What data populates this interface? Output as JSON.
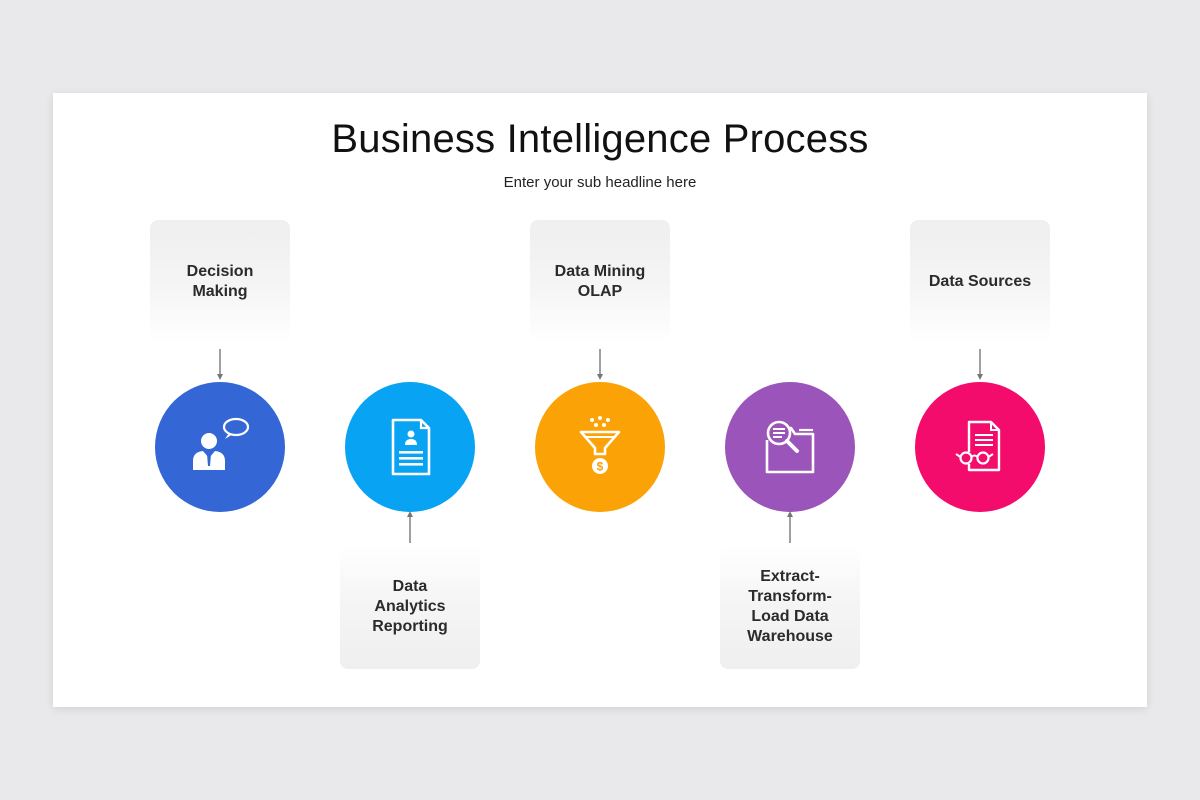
{
  "title": "Business Intelligence Process",
  "subtitle": "Enter your sub headline here",
  "steps": [
    {
      "label": "Decision\nMaking",
      "position": "top",
      "color": "#3466d6",
      "icon": "businessman-speech-icon"
    },
    {
      "label": "Data\nAnalytics\nReporting",
      "position": "bottom",
      "color": "#08a3f2",
      "icon": "resume-document-icon"
    },
    {
      "label": "Data Mining\nOLAP",
      "position": "top",
      "color": "#fba206",
      "icon": "funnel-dollar-icon"
    },
    {
      "label": "Extract-\nTransform-\nLoad Data\nWarehouse",
      "position": "bottom",
      "color": "#9b54b9",
      "icon": "folder-magnifier-icon"
    },
    {
      "label": "Data Sources",
      "position": "top",
      "color": "#f30c6b",
      "icon": "document-glasses-icon"
    }
  ]
}
